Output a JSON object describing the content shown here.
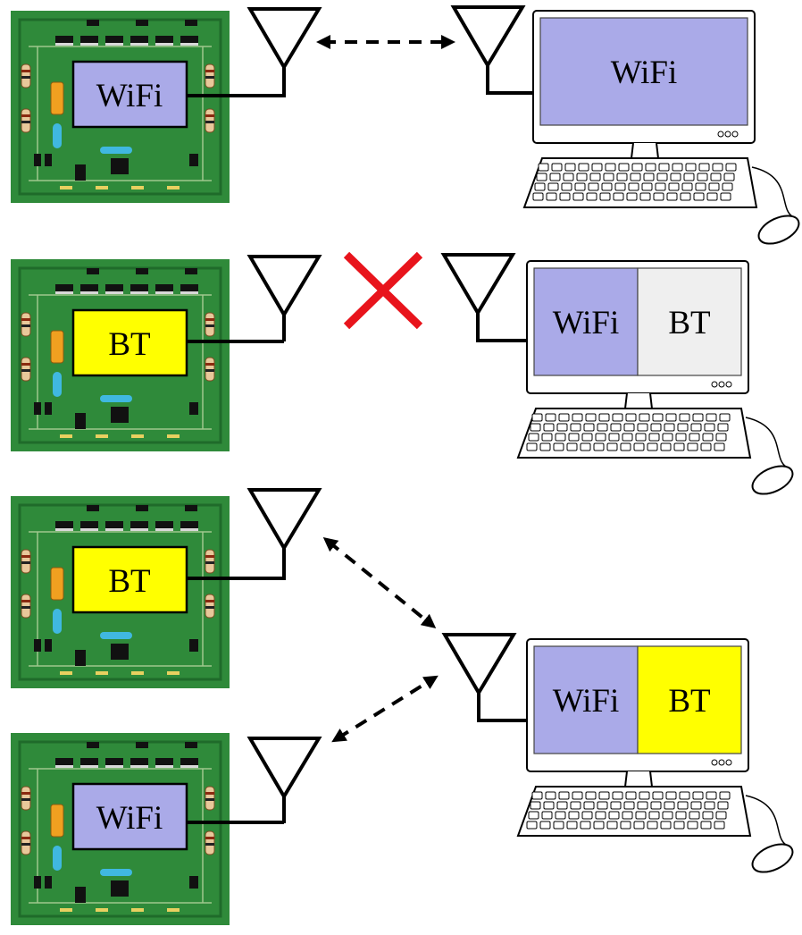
{
  "colors": {
    "pcb_green": "#2f8a3a",
    "pcb_dark": "#1f6b2a",
    "wifi_fill": "#aaaae8",
    "bt_fill": "#ffff00",
    "bt_off_fill": "#efefef",
    "cross_red": "#e8141c",
    "wire": "#000000"
  },
  "scenes": [
    {
      "id": "wifi-to-wifi",
      "boards": [
        {
          "chip_label": "WiFi",
          "chip_type": "wifi"
        }
      ],
      "link": "connected",
      "computer": {
        "panels": [
          {
            "label": "WiFi",
            "type": "wifi"
          }
        ]
      }
    },
    {
      "id": "bt-to-wifi-bt-off",
      "boards": [
        {
          "chip_label": "BT",
          "chip_type": "bt"
        }
      ],
      "link": "blocked",
      "computer": {
        "panels": [
          {
            "label": "WiFi",
            "type": "wifi"
          },
          {
            "label": "BT",
            "type": "bt_off"
          }
        ]
      }
    },
    {
      "id": "bt-and-wifi-to-combo",
      "boards": [
        {
          "chip_label": "BT",
          "chip_type": "bt"
        },
        {
          "chip_label": "WiFi",
          "chip_type": "wifi"
        }
      ],
      "link": "connected",
      "computer": {
        "panels": [
          {
            "label": "WiFi",
            "type": "wifi"
          },
          {
            "label": "BT",
            "type": "bt"
          }
        ]
      }
    }
  ]
}
